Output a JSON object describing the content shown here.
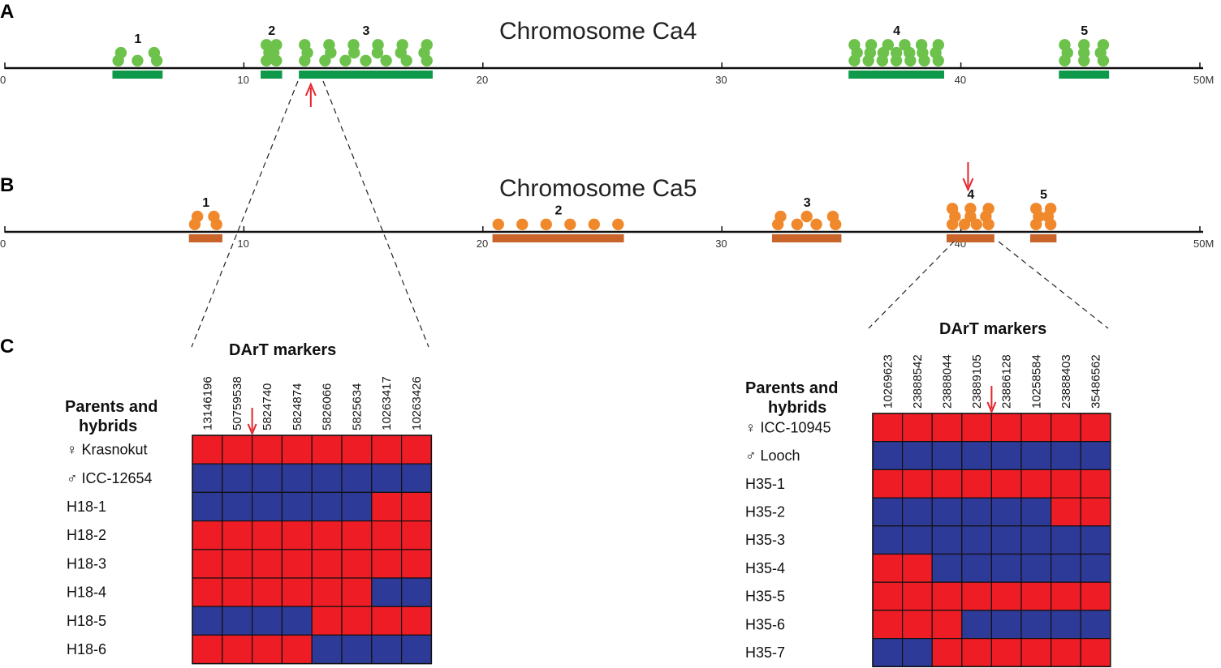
{
  "panels": {
    "A": {
      "label": "A",
      "title": "Chromosome Ca4",
      "ticks": [
        "0",
        "10",
        "20",
        "30",
        "40",
        "50M"
      ],
      "tick_values": [
        0,
        10,
        20,
        30,
        40,
        50
      ],
      "color_dot": "#6cc24a",
      "color_bar": "#0e9a4a",
      "clusters": [
        {
          "label": "1",
          "start": 4.5,
          "end": 6.6,
          "dots": 5,
          "rows": 2
        },
        {
          "label": "2",
          "start": 10.7,
          "end": 11.6,
          "dots": 6,
          "rows": 3
        },
        {
          "label": "3",
          "start": 12.3,
          "end": 17.9,
          "dots": 19,
          "rows": 3
        },
        {
          "label": "4",
          "start": 35.3,
          "end": 39.3,
          "dots": 20,
          "rows": 3
        },
        {
          "label": "5",
          "start": 44.1,
          "end": 46.2,
          "dots": 9,
          "rows": 3
        }
      ],
      "arrow_at": 12.8,
      "arrow_dir": "up"
    },
    "B": {
      "label": "B",
      "title": "Chromosome Ca5",
      "ticks": [
        "0",
        "10",
        "20",
        "30",
        "40",
        "50M"
      ],
      "tick_values": [
        0,
        10,
        20,
        30,
        40,
        50
      ],
      "color_dot": "#f0892c",
      "color_bar": "#c9642a",
      "clusters": [
        {
          "label": "1",
          "start": 7.7,
          "end": 9.1,
          "dots": 4,
          "rows": 2
        },
        {
          "label": "2",
          "start": 20.4,
          "end": 25.9,
          "dots": 6,
          "rows": 1
        },
        {
          "label": "3",
          "start": 32.1,
          "end": 35.0,
          "dots": 7,
          "rows": 2
        },
        {
          "label": "4",
          "start": 39.4,
          "end": 41.4,
          "dots": 10,
          "rows": 3
        },
        {
          "label": "5",
          "start": 42.9,
          "end": 44.0,
          "dots": 6,
          "rows": 3
        }
      ],
      "arrow_at": 40.3,
      "arrow_dir": "down"
    },
    "C": {
      "label": "C",
      "color_red": "#ee1c25",
      "color_blue": "#2e3a97",
      "left_matrix": {
        "title": "DArT markers",
        "row_title": [
          "Parents and",
          "hybrids"
        ],
        "markers": [
          "13146196",
          "50759538",
          "5824740",
          "5824874",
          "5826066",
          "5825634",
          "10263417",
          "10263426"
        ],
        "arrow_marker_index": 2,
        "rows": [
          {
            "label": "♀ Krasnokut",
            "cells": "RRRRRRRR"
          },
          {
            "label": "♂ ICC-12654",
            "cells": "BBBBBBBB"
          },
          {
            "label": "H18-1",
            "cells": "BBBBBBRR"
          },
          {
            "label": "H18-2",
            "cells": "RRRRRRRR"
          },
          {
            "label": "H18-3",
            "cells": "RRRRRRRR"
          },
          {
            "label": "H18-4",
            "cells": "RRRRRRBB"
          },
          {
            "label": "H18-5",
            "cells": "BBBBRRRR"
          },
          {
            "label": "H18-6",
            "cells": "RRRRBBBB"
          }
        ]
      },
      "right_matrix": {
        "title": "DArT markers",
        "row_title": [
          "Parents and",
          "hybrids"
        ],
        "markers": [
          "10269623",
          "23888542",
          "23888044",
          "23889105",
          "23886128",
          "10258584",
          "23888403",
          "35486562"
        ],
        "arrow_marker_index": 4,
        "rows": [
          {
            "label": "♀ ICC-10945",
            "cells": "RRRRRRRR"
          },
          {
            "label": "♂ Looch",
            "cells": "BBBBBBBB"
          },
          {
            "label": "H35-1",
            "cells": "RRRRRRRR"
          },
          {
            "label": "H35-2",
            "cells": "BBBBBBRR"
          },
          {
            "label": "H35-3",
            "cells": "BBBBBBBB"
          },
          {
            "label": "H35-4",
            "cells": "RRBBBBBB"
          },
          {
            "label": "H35-5",
            "cells": "RRRRRRRR"
          },
          {
            "label": "H35-6",
            "cells": "RRRBBBBB"
          },
          {
            "label": "H35-7",
            "cells": "BBRRRRRR"
          }
        ]
      }
    }
  }
}
